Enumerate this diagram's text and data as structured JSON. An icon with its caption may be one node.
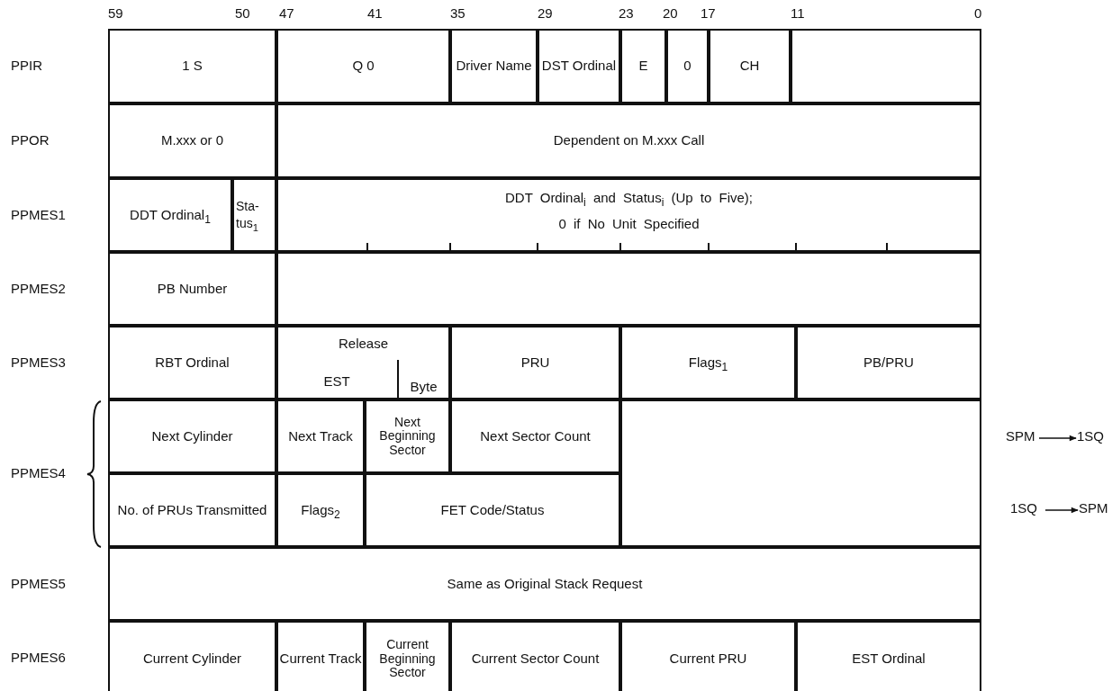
{
  "diagram": {
    "nodes": [
      {
        "text": [
          "1 S"
        ]
      },
      {
        "text": [
          "Q 0"
        ]
      },
      {
        "text": [
          "Driver Name"
        ]
      },
      {
        "text": [
          "DST Ordinal"
        ]
      },
      {
        "text": [
          "E"
        ]
      },
      {
        "text": [
          "0"
        ]
      },
      {
        "text": [
          "CH"
        ]
      },
      {
        "text": [],
        "shape": "box"
      },
      {
        "text": [
          "M.xxx or 0"
        ]
      },
      {
        "text": [
          "Dependent on M.xxx Call"
        ]
      },
      {
        "text": [
          "DDT Ordinal$_{1}$"
        ]
      },
      {
        "text": [
          "Sta- tus$_{1}$"
        ]
      },
      {
        "text": [
          "DDT Ordinal$_{i}$ and Status$_{i}$ (Up to Five);",
          "0 if No Unit Specified"
        ]
      },
      {
        "text": [
          "PB Number"
        ]
      },
      {
        "text": [],
        "shape": "box"
      },
      {
        "text": [
          "RBT Ordinal"
        ]
      },
      {
        "text": [
          "Release"
        ]
      },
      {
        "text": [
          "EST"
        ],
        "in": 16
      },
      {
        "text": [
          "Byte"
        ],
        "in": 16
      },
      {
        "text": [
          "PRU"
        ]
      },
      {
        "text": [
          "Flags$_{1}$"
        ]
      },
      {
        "text": [
          "PB/PRU"
        ]
      },
      {
        "text": [
          "Next Cylinder"
        ]
      },
      {
        "text": [
          "Next Track"
        ]
      },
      {
        "text": [
          "Next Beginning Sector"
        ]
      },
      {
        "text": [
          "Next Sector Count"
        ]
      },
      {
        "text": [],
        "shape": "box"
      },
      {
        "text": [
          "SPM"
        ]
      },
      {
        "text": [
          "1SQ"
        ]
      },
      {
        "text": [
          "No. of PRUs Transmitted"
        ]
      },
      {
        "text": [
          "Flags$_{2}$"
        ]
      },
      {
        "text": [
          "FET Code/Status"
        ]
      },
      {
        "text": [
          "1SQ"
        ]
      },
      {
        "text": [
          "SPM"
        ]
      },
      {
        "text": [
          "Same as Original Stack Request"
        ]
      },
      {
        "text": [
          "Current Cylinder"
        ]
      },
      {
        "text": [
          "Current Track"
        ]
      },
      {
        "text": [
          "Current Beginning Sector"
        ]
      },
      {
        "text": [
          "Current Sector Count"
        ]
      },
      {
        "text": [
          "Current PRU"
        ]
      },
      {
        "text": [
          "EST Ordinal"
        ]
      }
    ],
    "edges": [
      {
        "from": 27,
        "to": 28,
        "arrow": "to"
      },
      {
        "from": 32,
        "to": 33,
        "arrow": "to"
      }
    ],
    "labels": [
      "59",
      "50",
      "47",
      "41",
      "35",
      "29",
      "23",
      "20",
      "17",
      "11",
      "0",
      "PPIR",
      "PPOR",
      "PPMES1",
      "PPMES2",
      "PPMES3",
      "PPMES4",
      "PPMES5",
      "PPMES6"
    ]
  }
}
